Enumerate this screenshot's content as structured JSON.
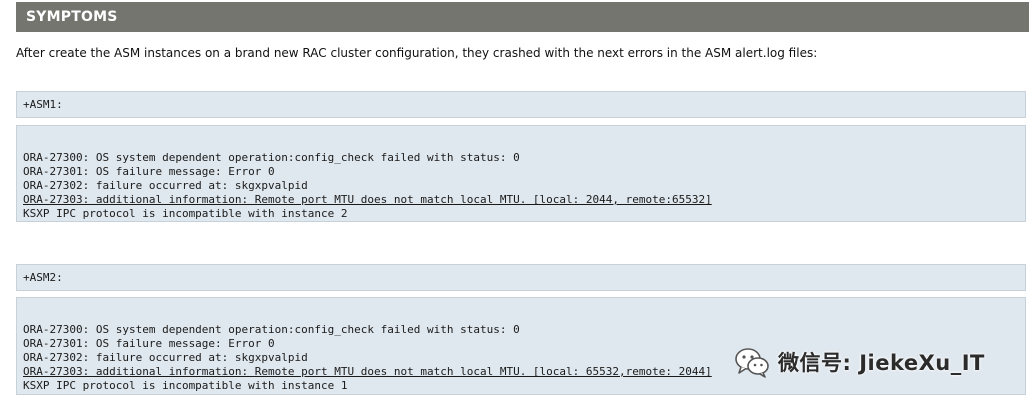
{
  "header": {
    "title": "SYMPTOMS"
  },
  "intro_text": "After create the ASM instances on a brand new RAC cluster configuration, they crashed with the next errors in the ASM alert.log files:",
  "sections": [
    {
      "label": "+ASM1:",
      "lines": [
        "ORA-27300: OS system dependent operation:config_check failed with status: 0",
        "ORA-27301: OS failure message: Error 0",
        "ORA-27302: failure occurred at: skgxpvalpid",
        "ORA-27303: additional information: Remote port MTU does not match local MTU. [local: 2044, remote:65532]",
        "KSXP IPC protocol is incompatible with instance 2"
      ]
    },
    {
      "label": "+ASM2:",
      "lines": [
        "ORA-27300: OS system dependent operation:config_check failed with status: 0",
        "ORA-27301: OS failure message: Error 0",
        "ORA-27302: failure occurred at: skgxpvalpid",
        "ORA-27303: additional information: Remote port MTU does not match local MTU. [local: 65532,remote: 2044]",
        "KSXP IPC protocol is incompatible with instance 1"
      ]
    }
  ],
  "watermark": {
    "icon": "wechat-icon",
    "text": "微信号: JiekeXu_IT"
  },
  "colors": {
    "header_bg": "#74756f",
    "box_bg": "#e0e8ef",
    "box_border": "#c6d1da"
  }
}
